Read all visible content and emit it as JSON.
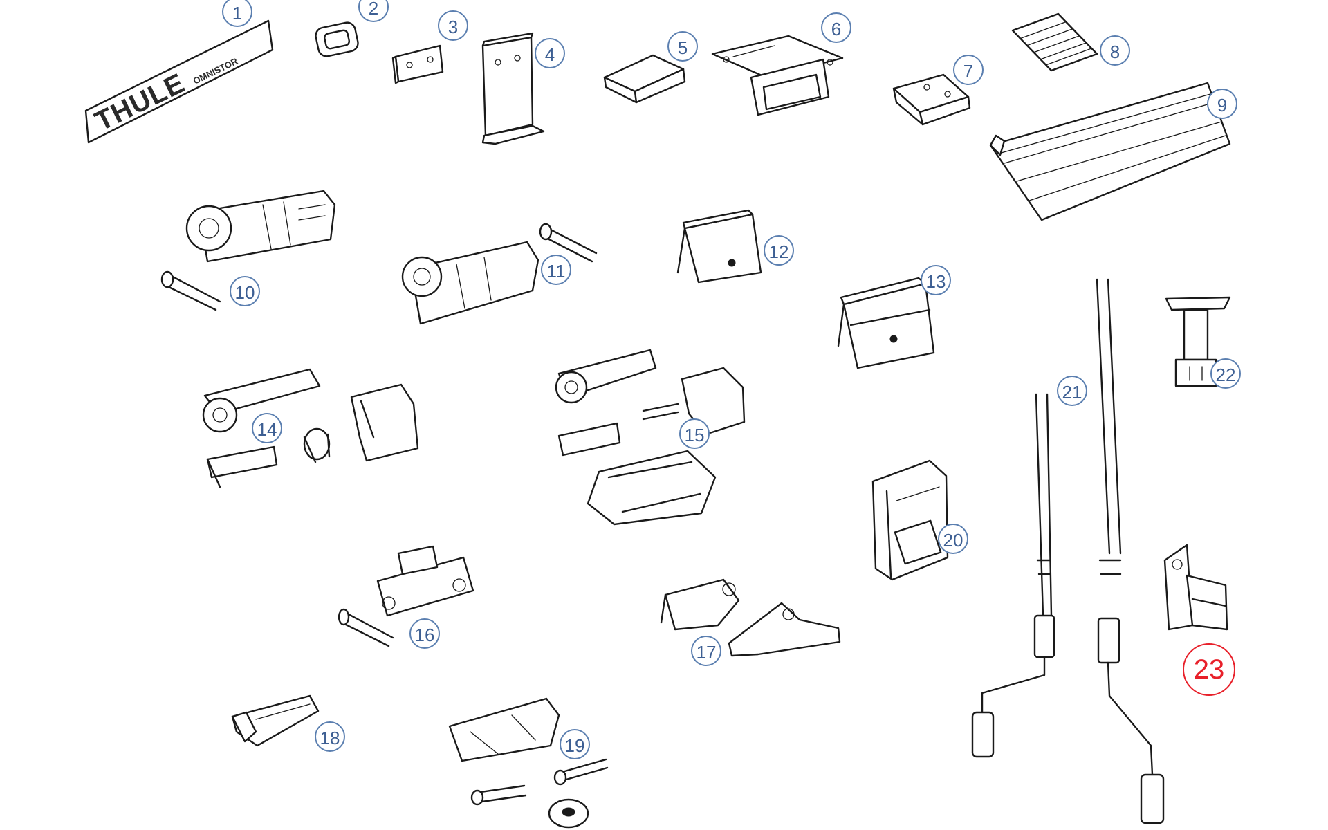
{
  "logo": {
    "brand": "THULE",
    "subbrand": "OMNISTOR"
  },
  "colors": {
    "callout": "#3d5f93",
    "callout_ring": "#5b7fb0",
    "highlight": "#e8202a",
    "line": "#1a1a1a"
  },
  "highlighted_part": "23",
  "parts": [
    {
      "id": "1",
      "label": "1"
    },
    {
      "id": "2",
      "label": "2"
    },
    {
      "id": "3",
      "label": "3"
    },
    {
      "id": "4",
      "label": "4"
    },
    {
      "id": "5",
      "label": "5"
    },
    {
      "id": "6",
      "label": "6"
    },
    {
      "id": "7",
      "label": "7"
    },
    {
      "id": "8",
      "label": "8"
    },
    {
      "id": "9",
      "label": "9"
    },
    {
      "id": "10",
      "label": "10"
    },
    {
      "id": "11",
      "label": "11"
    },
    {
      "id": "12",
      "label": "12"
    },
    {
      "id": "13",
      "label": "13"
    },
    {
      "id": "14",
      "label": "14"
    },
    {
      "id": "15",
      "label": "15"
    },
    {
      "id": "16",
      "label": "16"
    },
    {
      "id": "17",
      "label": "17"
    },
    {
      "id": "18",
      "label": "18"
    },
    {
      "id": "19",
      "label": "19"
    },
    {
      "id": "20",
      "label": "20"
    },
    {
      "id": "21",
      "label": "21"
    },
    {
      "id": "22",
      "label": "22"
    },
    {
      "id": "23",
      "label": "23"
    }
  ]
}
